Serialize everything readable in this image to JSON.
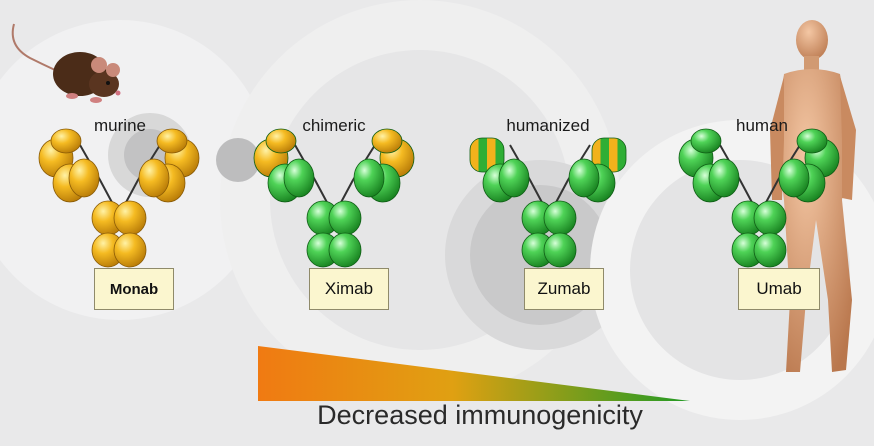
{
  "colors": {
    "murine": "#f2b21c",
    "human": "#3cc046",
    "gradient_start": "#f07a12",
    "gradient_end": "#219a24",
    "label_box": "#fbf6cf"
  },
  "figure": {
    "antibody_types": [
      {
        "type_label": "murine",
        "name": "Monab",
        "icon": "mouse-icon"
      },
      {
        "type_label": "chimeric",
        "name": "Ximab"
      },
      {
        "type_label": "humanized",
        "name": "Zumab"
      },
      {
        "type_label": "human",
        "name": "Umab",
        "icon": "human-figure-icon"
      }
    ],
    "axis_label": "Decreased immunogenicity"
  }
}
